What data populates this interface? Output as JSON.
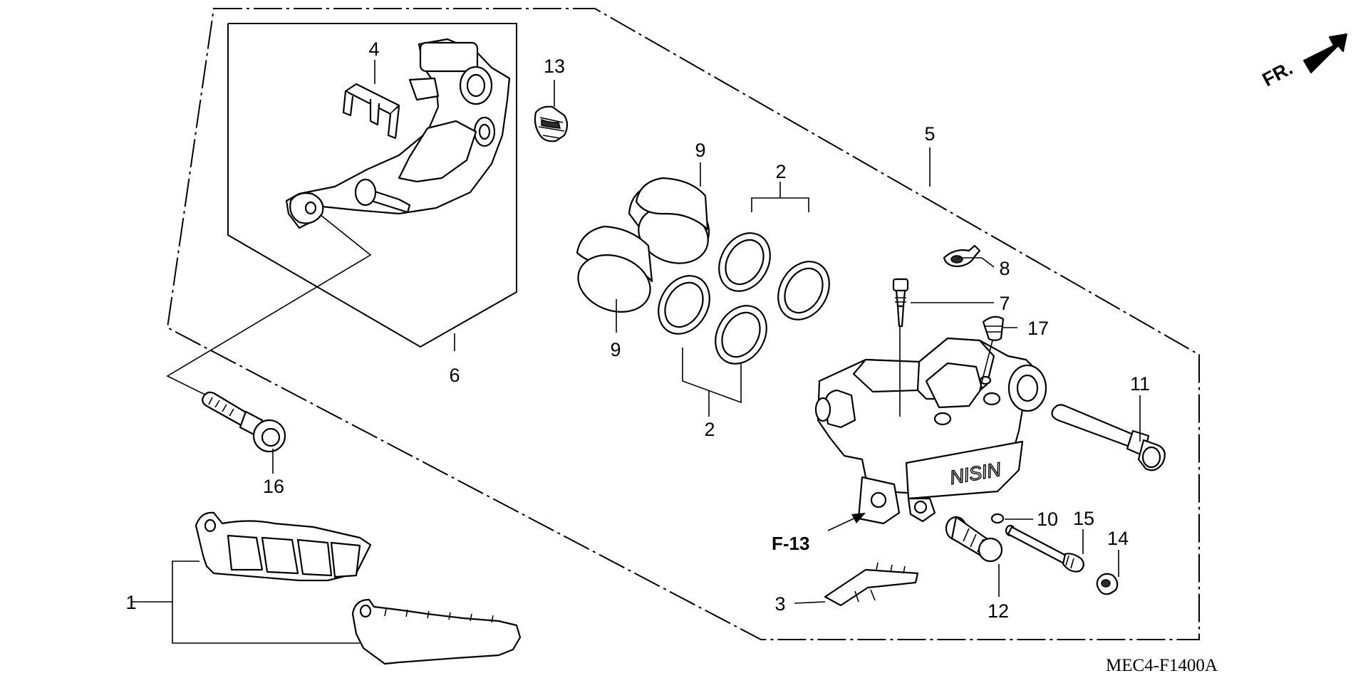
{
  "diagram": {
    "callouts": {
      "c1": "1",
      "c2a": "2",
      "c2b": "2",
      "c3": "3",
      "c4": "4",
      "c5": "5",
      "c6": "6",
      "c7": "7",
      "c8": "8",
      "c9a": "9",
      "c9b": "9",
      "c10": "10",
      "c11": "11",
      "c12": "12",
      "c13": "13",
      "c14": "14",
      "c15": "15",
      "c16": "16",
      "c17": "17"
    },
    "reference_label": "F-13",
    "direction_label": "FR.",
    "diagram_code": "MEC4-F1400A",
    "caliper_brand": "NISIN"
  }
}
